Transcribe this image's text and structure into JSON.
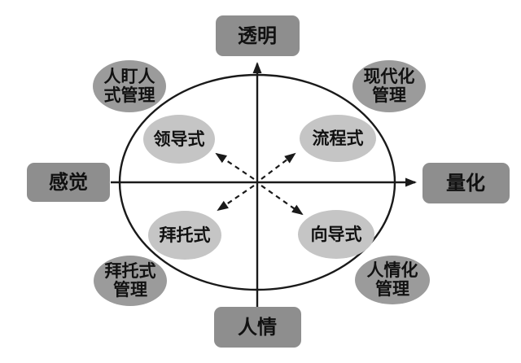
{
  "diagram": {
    "title": "management-style-quadrant-diagram",
    "colors": {
      "background": "#ffffff",
      "axis_box_fill": "#8e8e8e",
      "outer_ellipse_fill": "#9b9b9b",
      "inner_ellipse_fill": "#c5c5c5",
      "line_color": "#1a1a1a",
      "text_color": "#111111"
    },
    "axis_labels": {
      "top": "透明",
      "right": "量化",
      "bottom": "人情",
      "left": "感觉"
    },
    "outer_ellipses": {
      "top_left": {
        "line1": "人盯人",
        "line2": "式管理"
      },
      "top_right": {
        "line1": "现代化",
        "line2": "管理"
      },
      "bottom_left": {
        "line1": "拜托式",
        "line2": "管理"
      },
      "bottom_right": {
        "line1": "人情化",
        "line2": "管理"
      }
    },
    "inner_ellipses": {
      "top_left": "领导式",
      "top_right": "流程式",
      "bottom_left": "拜托式",
      "bottom_right": "向导式"
    }
  }
}
